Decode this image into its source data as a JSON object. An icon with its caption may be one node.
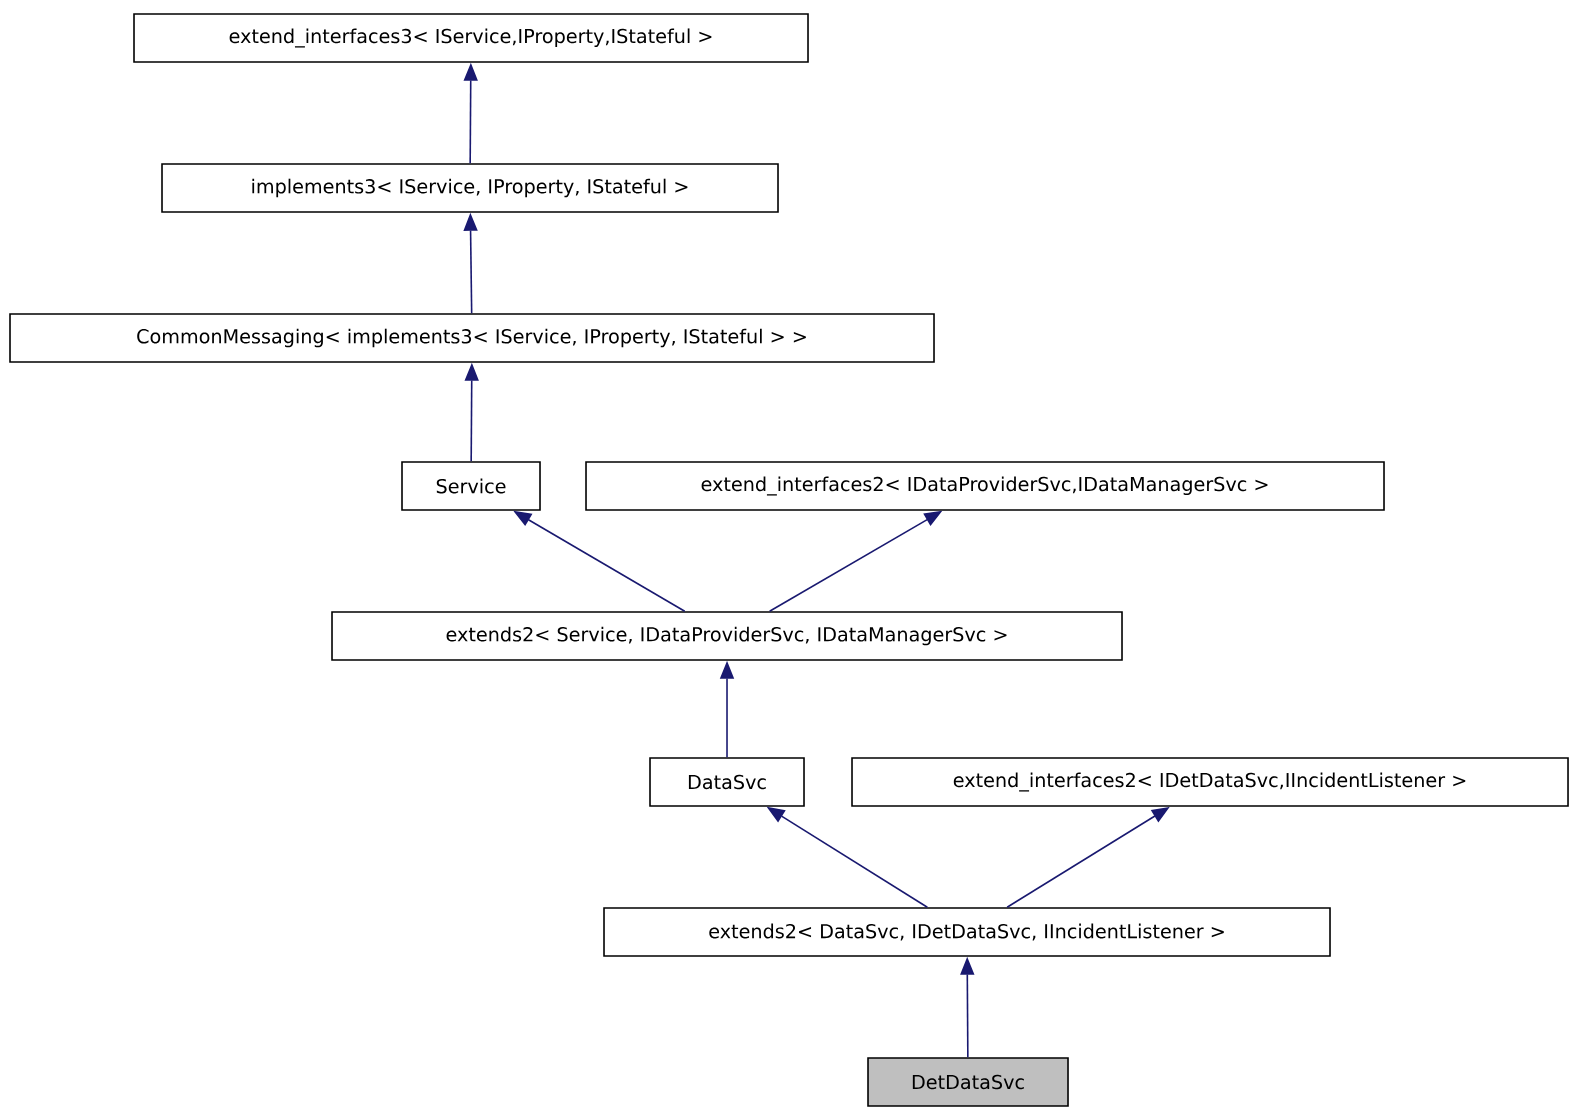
{
  "diagram": {
    "nodes": [
      {
        "text": [
          "extend_interfaces3< IService,IProperty,IStateful >"
        ]
      },
      {
        "text": [
          "implements3< IService, IProperty, IStateful >"
        ]
      },
      {
        "text": [
          "CommonMessaging< implements3< IService, IProperty, IStateful > >"
        ]
      },
      {
        "text": [
          "Service"
        ]
      },
      {
        "text": [
          "extend_interfaces2< IDataProviderSvc,IDataManagerSvc >"
        ]
      },
      {
        "text": [
          "extends2< Service, IDataProviderSvc, IDataManagerSvc >"
        ]
      },
      {
        "text": [
          "DataSvc"
        ]
      },
      {
        "text": [
          "extend_interfaces2< IDetDataSvc,IIncidentListener >"
        ]
      },
      {
        "text": [
          "extends2< DataSvc, IDetDataSvc, IIncidentListener >"
        ]
      },
      {
        "text": [
          "DetDataSvc"
        ]
      }
    ],
    "edges": [
      {
        "from": 1,
        "to": 0,
        "arrow": "to"
      },
      {
        "from": 2,
        "to": 1,
        "arrow": "to"
      },
      {
        "from": 3,
        "to": 2,
        "arrow": "to"
      },
      {
        "from": 5,
        "to": 3,
        "arrow": "to"
      },
      {
        "from": 5,
        "to": 4,
        "arrow": "to"
      },
      {
        "from": 6,
        "to": 5,
        "arrow": "to"
      },
      {
        "from": 8,
        "to": 6,
        "arrow": "to"
      },
      {
        "from": 8,
        "to": 7,
        "arrow": "to"
      },
      {
        "from": 9,
        "to": 8,
        "arrow": "to"
      }
    ]
  }
}
